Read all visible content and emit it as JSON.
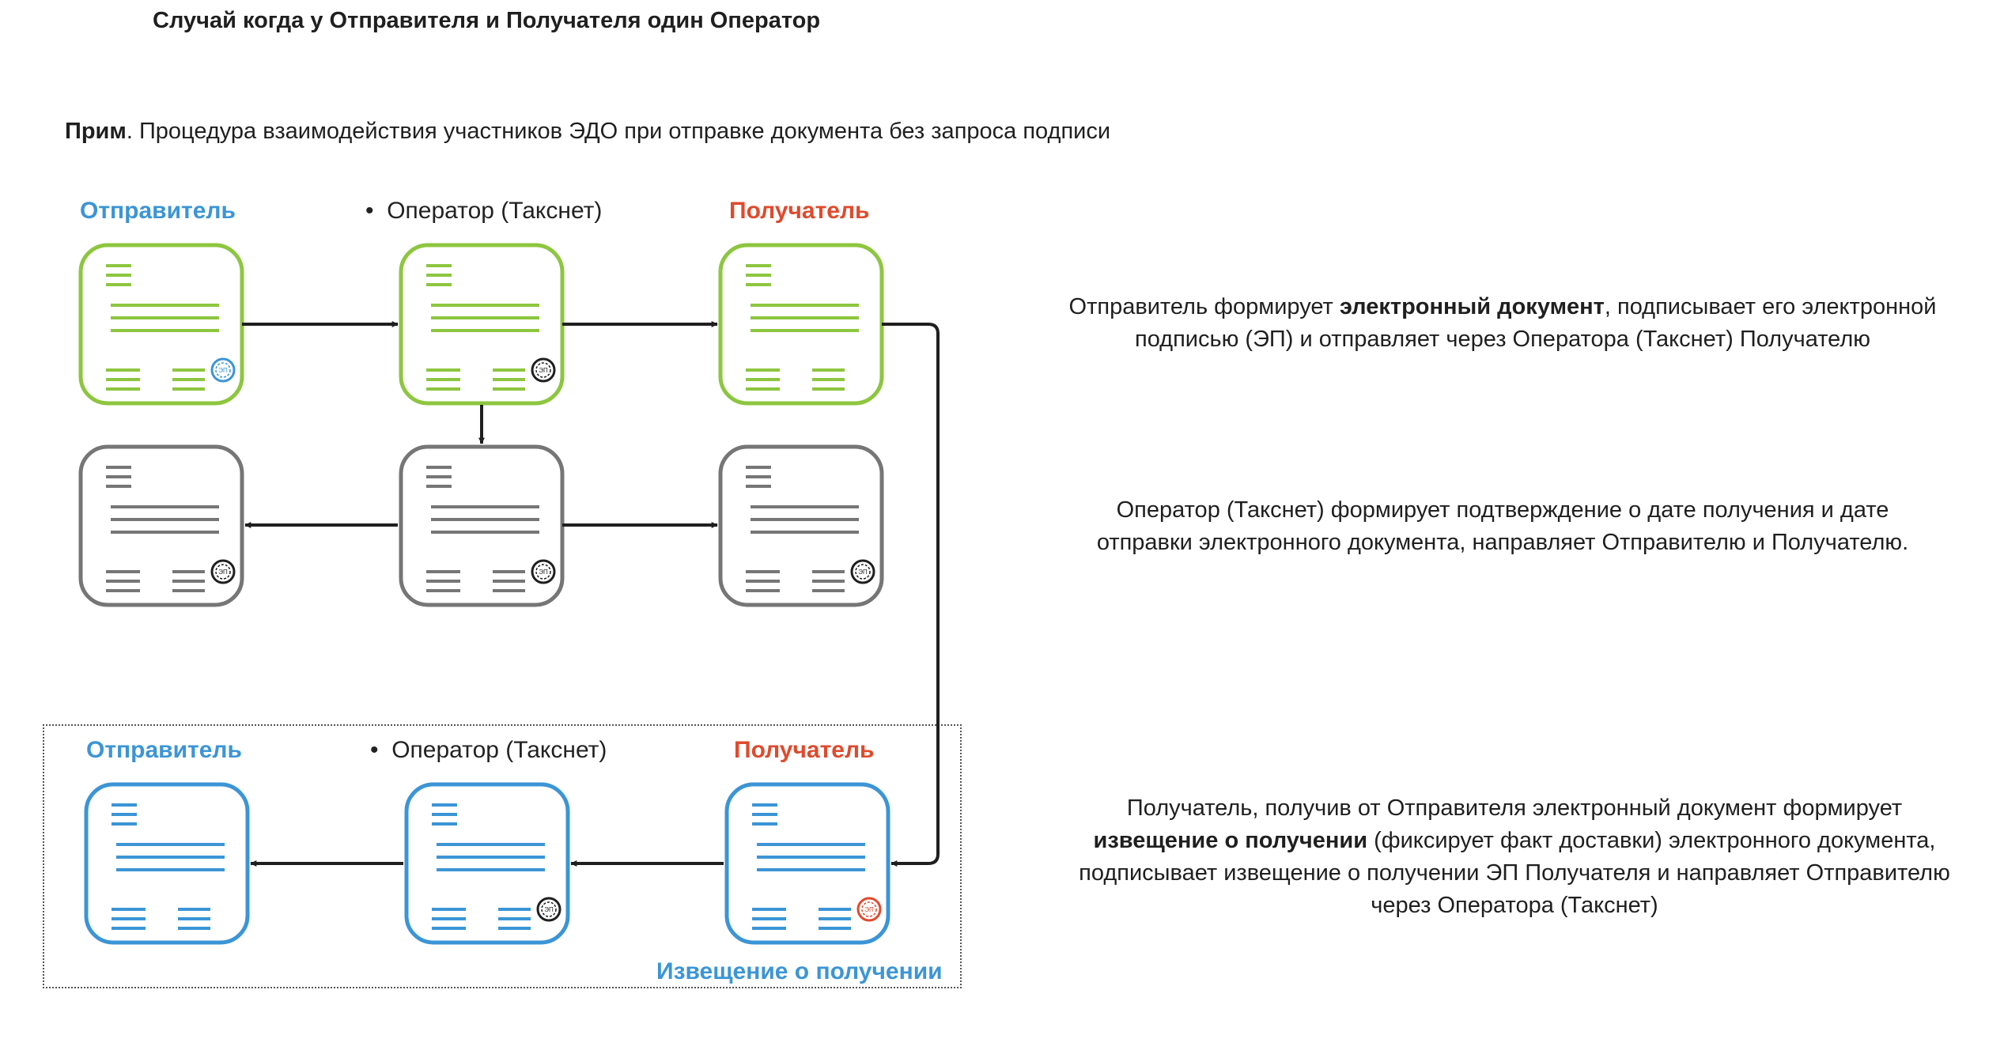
{
  "page_title": "Случай когда у Отправителя и Получателя один Оператор",
  "note": {
    "bold": "Прим",
    "text": ". Процедура взаимодействия участников ЭДО при отправке документа без запроса подписи"
  },
  "top_row": {
    "sender": "Отправитель",
    "operator": "Оператор (Такснет)",
    "receiver": "Получатель"
  },
  "bottom_row": {
    "sender": "Отправитель",
    "operator": "Оператор (Такснет)",
    "receiver": "Получатель"
  },
  "notice_caption": "Извещение о получении",
  "descriptions": {
    "step1": {
      "pre": "Отправитель формирует ",
      "bold": "электронный документ",
      "post": ", подписывает его электронной",
      "line2": "подписью (ЭП) и отправляет через Оператора (Такснет) Получателю"
    },
    "step2": {
      "line1": "Оператор (Такснет) формирует подтверждение о дате получения и дате",
      "line2": "отправки электронного документа, направляет Отправителю и Получателю."
    },
    "step3": {
      "line1": "Получатель, получив от Отправителя электронный документ формирует",
      "bold": "извещение о получении",
      "line2_post": " (фиксирует факт доставки)  электронного документа,",
      "line3": "подписывает извещение о получении ЭП Получателя и направляет Отправителю",
      "line4": "через Оператора (Такснет)"
    }
  },
  "seal_label": "ЭП",
  "colors": {
    "green": "#8dc63f",
    "gray": "#767676",
    "blue": "#3b95d6",
    "red": "#e04a2c",
    "arrow": "#1f1f1f"
  }
}
